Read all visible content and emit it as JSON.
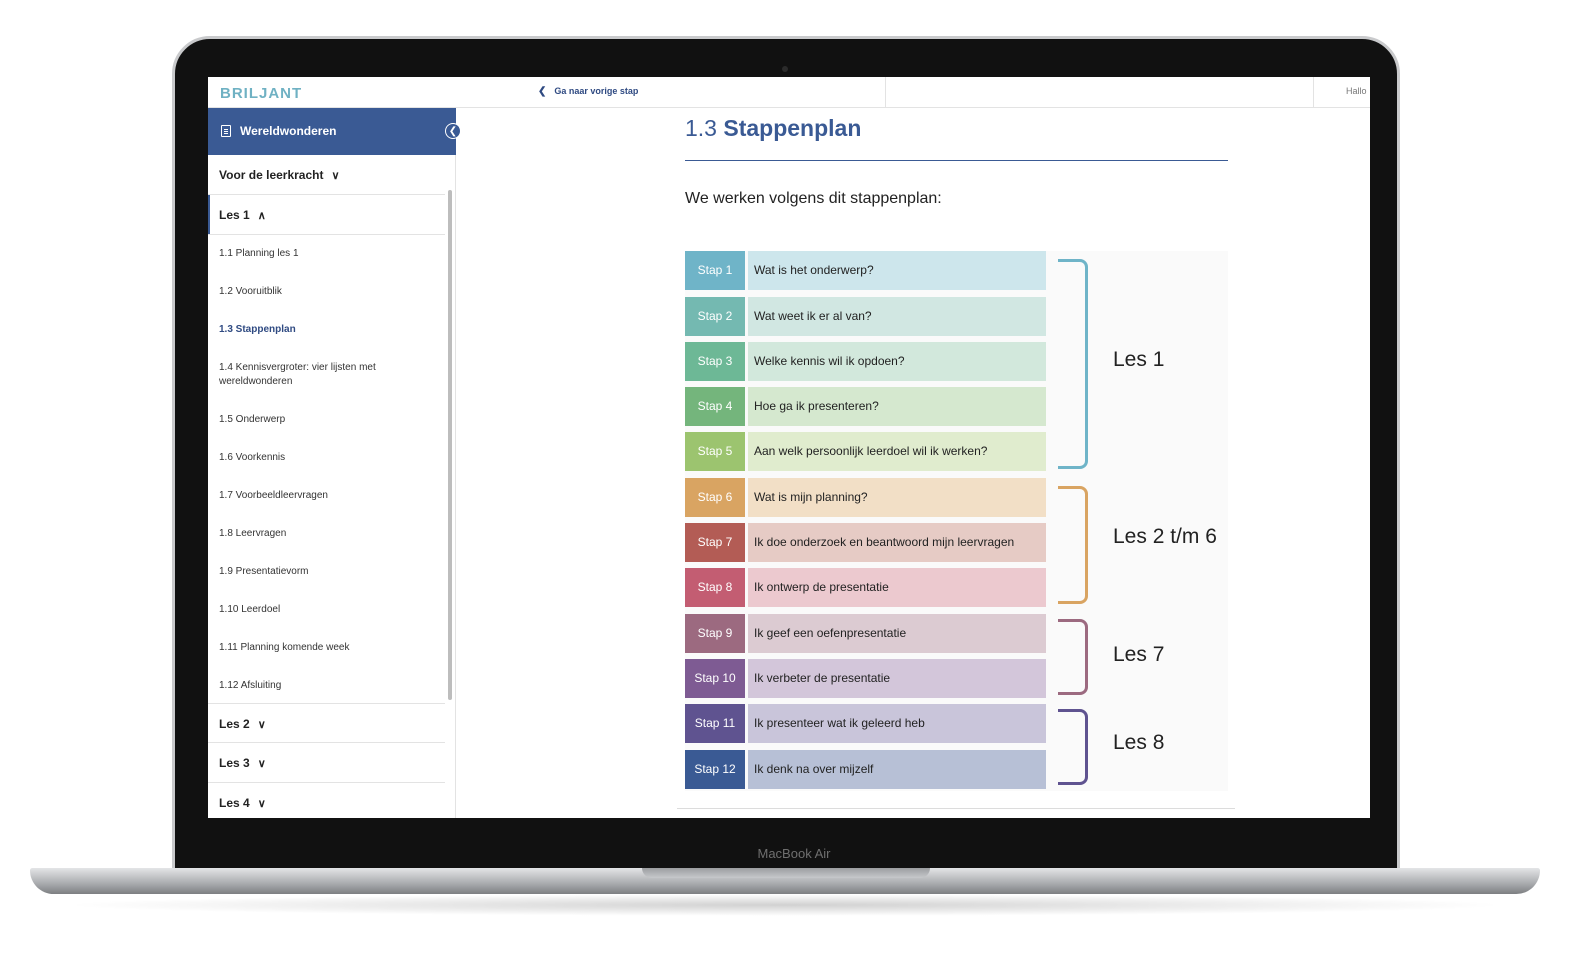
{
  "device": {
    "label": "MacBook Air"
  },
  "topbar": {
    "logo": "BRILJANT",
    "prev_step": "Ga naar vorige stap",
    "greeting": "Hallo"
  },
  "sidebar": {
    "title": "Wereldwonderen",
    "sections": [
      {
        "label": "Voor de leerkracht",
        "expanded": false
      },
      {
        "label": "Les 1",
        "expanded": true
      },
      {
        "label": "Les 2",
        "expanded": false
      },
      {
        "label": "Les 3",
        "expanded": false
      },
      {
        "label": "Les 4",
        "expanded": false
      }
    ],
    "les1_items": [
      {
        "label": "1.1 Planning les 1"
      },
      {
        "label": "1.2 Vooruitblik"
      },
      {
        "label": "1.3 Stappenplan",
        "active": true
      },
      {
        "label": "1.4 Kennisvergroter: vier lijsten met wereldwonderen"
      },
      {
        "label": "1.5 Onderwerp"
      },
      {
        "label": "1.6 Voorkennis"
      },
      {
        "label": "1.7 Voorbeeldleervragen"
      },
      {
        "label": "1.8 Leervragen"
      },
      {
        "label": "1.9 Presentatievorm"
      },
      {
        "label": "1.10 Leerdoel"
      },
      {
        "label": "1.11 Planning komende week"
      },
      {
        "label": "1.12 Afsluiting"
      }
    ]
  },
  "main": {
    "heading_num": "1.3",
    "heading_text": "Stappenplan",
    "intro": "We werken volgens dit stappenplan:",
    "steps": [
      {
        "stap": "Stap 1",
        "text": "Wat is het onderwerp?",
        "color": "#6fb4c8",
        "bg": "#cde6ec"
      },
      {
        "stap": "Stap 2",
        "text": "Wat weet ik er al van?",
        "color": "#74b9b1",
        "bg": "#d1e7e2"
      },
      {
        "stap": "Stap 3",
        "text": "Welke kennis wil ik opdoen?",
        "color": "#6db896",
        "bg": "#d2e8dc"
      },
      {
        "stap": "Stap 4",
        "text": "Hoe ga ik presenteren?",
        "color": "#74b57c",
        "bg": "#d5e8cf"
      },
      {
        "stap": "Stap 5",
        "text": "Aan welk persoonlijk leerdoel wil ik werken?",
        "color": "#9cc46f",
        "bg": "#e0ecce"
      },
      {
        "stap": "Stap 6",
        "text": "Wat is mijn planning?",
        "color": "#d9a462",
        "bg": "#f2dfc6"
      },
      {
        "stap": "Stap 7",
        "text": "Ik doe onderzoek en beantwoord mijn leervragen",
        "color": "#b35c55",
        "bg": "#e6cbc5"
      },
      {
        "stap": "Stap 8",
        "text": "Ik ontwerp de presentatie",
        "color": "#c35d72",
        "bg": "#ecc9cf"
      },
      {
        "stap": "Stap 9",
        "text": "Ik geef een oefenpresentatie",
        "color": "#9c6a80",
        "bg": "#dccbd2"
      },
      {
        "stap": "Stap 10",
        "text": "Ik verbeter de presentatie",
        "color": "#7e5b93",
        "bg": "#d3c6da"
      },
      {
        "stap": "Stap 11",
        "text": "Ik presenteer wat ik geleerd heb",
        "color": "#5f5390",
        "bg": "#c9c5da"
      },
      {
        "stap": "Stap 12",
        "text": "Ik denk na over mijzelf",
        "color": "#3a5a94",
        "bg": "#b7c0d6"
      }
    ],
    "groups": [
      {
        "label": "Les 1",
        "color": "#6fb4c8"
      },
      {
        "label": "Les 2 t/m 6",
        "color": "#d9a462"
      },
      {
        "label": "Les 7",
        "color": "#9c6a80"
      },
      {
        "label": "Les 8",
        "color": "#5f5390"
      }
    ]
  }
}
